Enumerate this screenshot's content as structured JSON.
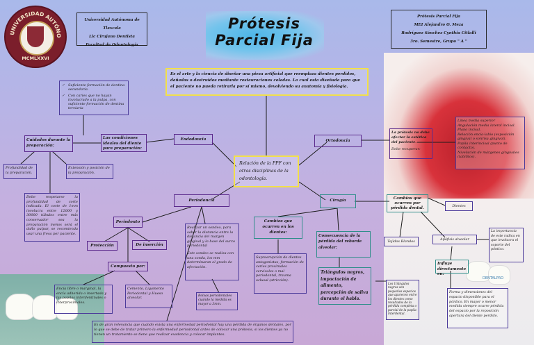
{
  "header_left": {
    "line1": "Universidad Autónoma de Tlaxcala",
    "line2": "Lic Cirujano Dentista",
    "line3": "Facultad de Odontología"
  },
  "header_right": {
    "line1": "Prótesis Parcial Fija",
    "line2": "MEI Alejandro O. Meza",
    "line3": "Rodríguez Sánchez Cynthia Citlalli",
    "line4": "3ro. Semestre, Grupo \" A \""
  },
  "title": {
    "line1": "Prótesis",
    "line2": "Parcial Fija"
  },
  "seal": {
    "text_top": "UNIVERSIDAD AUTÓNOMA DE TLAXCALA",
    "text_bottom": "MCMLXXVI"
  },
  "definition": "Es el arte y la ciencia de diseñar una pieza artificial que reemplaza dientes perdidos, dañadas o destruidos mediante restauraciones coladas. La cual esta diseñada para que el paciente no pueda retirarla por sí mismo, devolviendo su anatomía y fisiología.",
  "central": "Relación de la PPF con otras disciplinas de la odontología.",
  "endodoncia": {
    "label": "Endodoncia",
    "bullets": [
      "Suficiente formación de dentina secundaria.",
      "Con caries que no hayan involucrado a la pulpa, con suficiente formación de dentina terciaria"
    ],
    "condiciones": "Las condiciones ideales del diente para preparación:",
    "cuidados": "Cuidados durante la preparación:",
    "profundidad": "Profundidad de la preparación.",
    "extension": "Extensión y posición de la preparación.",
    "detail": "Debe respetarse la profundidad de corte indicada. El corte de 1mm involucra entre 12000 y 30000 túbulos entre más conservador sea la preparación menos será el daño pulpar, se recomienda usar una fresa por paciente."
  },
  "ortodoncia": {
    "label": "Ortodoncia",
    "main": "La prótesis no debe afectar la estética del paciente.",
    "sub": "Debe recuperar:",
    "list": [
      "Línea media superior",
      "Angulación media lateral incisal.",
      "Plano incisal.",
      "Relación encía-labio (exposición gingival o sonrisa gingival).",
      "Papila interincisal (punto de contacto).",
      "Nivelación de márgenes gingivales (tabilitos)."
    ]
  },
  "periodoncia": {
    "label": "Periodoncia",
    "periodonto": "Periodonto",
    "proteccion": "Protección",
    "insercion": "De inserción",
    "compuesto": "Compuesto por:",
    "encia": "Encía libre o marginal, la encía adherida o insertada y las papilas interdentinales o interproximales.",
    "cemento": "Cemento, Ligamento Periodontal y Hueso alveolar.",
    "sondeo": "Realizar un sondeo, para saber la distancia entre la distancia del margen gingival y la base del surco periodontal",
    "sondeo2": "Este sondeo se realiza con una sonda, los mm determinaran el grado de afectación.",
    "bolsas": "Bolsas periodontales cuando la medida es mayor a 3mm.",
    "bottom": "Es de gran relevancia que cuando exista una enfermedad periodontal hay una pérdida de órganos dentales, por lo que se debe de tratar primero la enfermedad periodontal antes de colocar una prótesis, si los dientes ya no tienen un tratamiento se tiene que realizar exodoncia y colocar implantes."
  },
  "cirugia": {
    "label": "Cirugía",
    "cambios_dientes": "Cambios que ocurren en los dientes:",
    "cambios_detail": "Supraerupción de dientes antagonistas, formación de caries proximales cervicales o mal periodontal, trauma oclusal (atricción).",
    "consecuencia": "Consecuencia de la pérdida del reborde alveolar:",
    "triangulos": "Triángulos negros, impactación de alimento, percepción de saliva durante el habla.",
    "triangulos_detail": "Los triángulos negros son pequeños espacios que aparecen entre los dientes como resultados de la pérdida completa o parcial de la papila interdental.",
    "perdida": "Cambios que ocurren por pérdida dental.",
    "dientes": "Dientes",
    "tejidos": "Tejidos Blandos",
    "apofisis": "Apófisis alveolar",
    "importancia": "La importancia de este radica en que involucra el soporte del póntico.",
    "influye": "Influye directamente en:",
    "forma": "Forma y dimensiones del espacio disponible para el póntico. En mayor o menor medida siempre ocurre pérdida del espacio por la reposición apertura del diente perdido."
  },
  "photo_logo": "DENTALPRO",
  "colors": {
    "purple_border": "#5b2a8c",
    "teal_border": "#2f8e8a",
    "yellow_border": "#f2e04a"
  }
}
